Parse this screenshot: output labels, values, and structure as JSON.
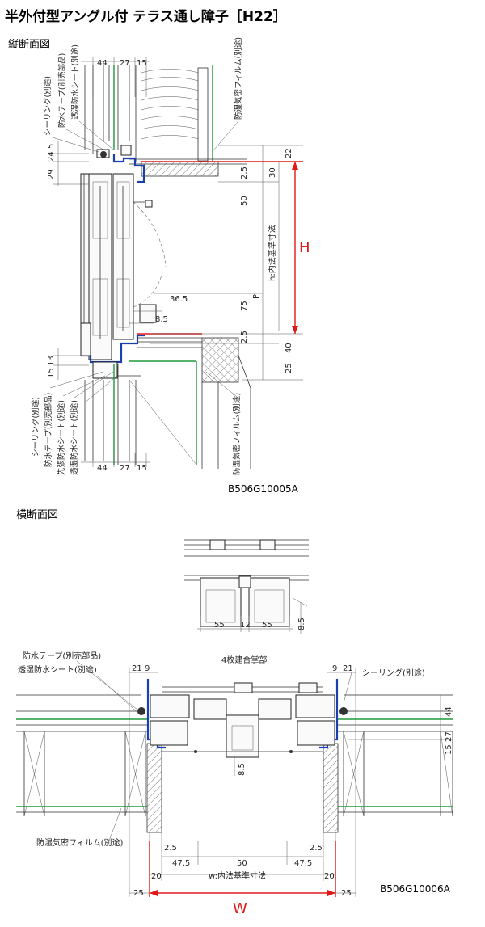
{
  "title": "半外付型アングル付 テラス通し障子［H22］",
  "sections": {
    "vertical": "縦断面図",
    "horizontal": "横断面図"
  },
  "codes": {
    "vertical": "B506G10005A",
    "horizontal": "B506G10006A"
  },
  "vertical": {
    "dims_top": [
      "44",
      "27",
      "15"
    ],
    "dims_bottom": [
      "44",
      "27",
      "15"
    ],
    "left_dims": [
      "24.5",
      "29",
      "13",
      "15"
    ],
    "right_dims": [
      "22",
      "30",
      "2.5",
      "50",
      "75",
      "2.5",
      "40",
      "25"
    ],
    "inner_dims": [
      "36.5",
      "8.5"
    ],
    "p_label": "P",
    "h_label": "h:内法基準寸法",
    "H_label": "H",
    "top_labels": [
      "シーリング(別途)",
      "防水テープ(別売部品)",
      "透湿防水シート(別途)"
    ],
    "top_right_label": "防湿気密フィルム(別途)",
    "bottom_labels": [
      "シーリング(別途)",
      "防水テープ(別売部品)",
      "先張防水シート(別途)",
      "透湿防水シート(別途)"
    ],
    "bottom_right_label": "防湿気密フィルム(別途)"
  },
  "detail": {
    "dims": [
      "55",
      "12",
      "55"
    ],
    "side_dim": "8.5"
  },
  "horizontal": {
    "center_label": "4枚建合掌部",
    "left_labels": [
      "防水テープ(別売部品)",
      "透湿防水シート(別途)"
    ],
    "right_label": "シーリング(別途)",
    "bottom_left_label": "防湿気密フィルム(別途)",
    "top_left_dims": [
      "21",
      "9"
    ],
    "top_right_dims": [
      "9",
      "21"
    ],
    "right_dims": [
      "44",
      "27",
      "15"
    ],
    "center_dim": "8.5",
    "bottom_dims": [
      "2.5",
      "47.5",
      "50",
      "47.5",
      "2.5"
    ],
    "side_dims": [
      "20",
      "20",
      "25",
      "25"
    ],
    "w_label": "w:内法基準寸法",
    "W_label": "W"
  }
}
